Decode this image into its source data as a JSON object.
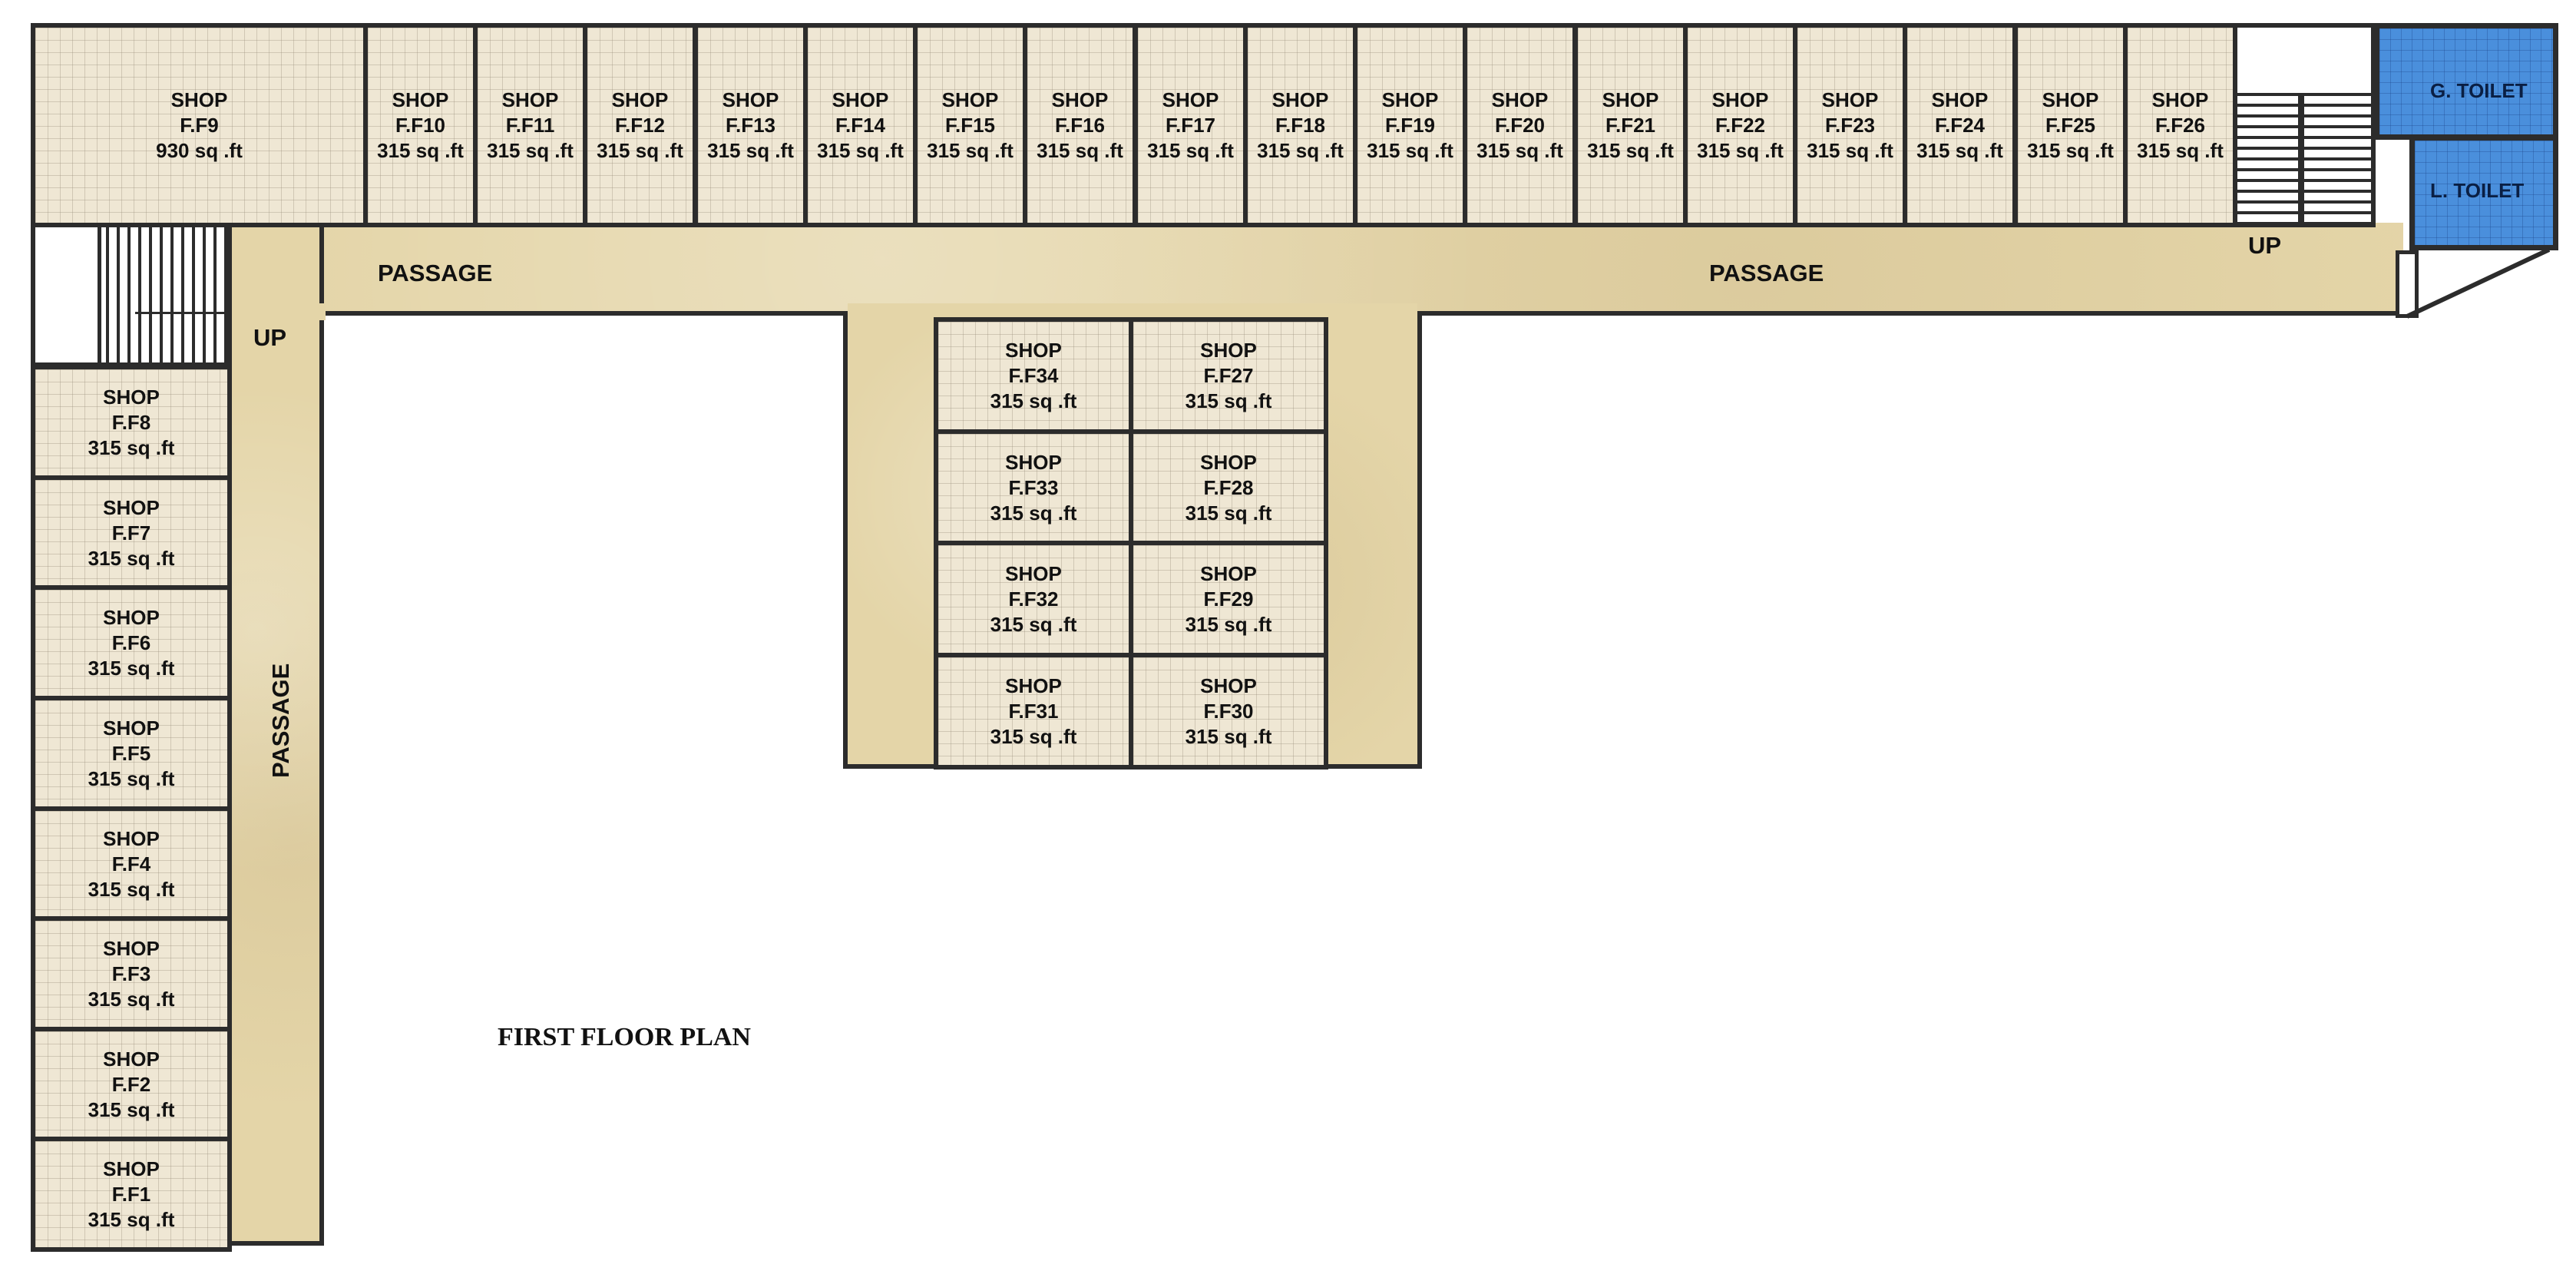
{
  "title": "FIRST FLOOR PLAN",
  "labels": {
    "passage": "PASSAGE",
    "up": "UP",
    "gents_toilet": "G. TOILET",
    "ladies_toilet": "L. TOILET"
  },
  "colors": {
    "shop": "#efe7d4",
    "passage": "#e4d5a8",
    "wall": "#2c2c2c",
    "window": "#7da0d2",
    "toilet": "#4a8fdc"
  },
  "shops": {
    "top": [
      {
        "label": "SHOP",
        "id": "F.F9",
        "area": "930 sq .ft"
      },
      {
        "label": "SHOP",
        "id": "F.F10",
        "area": "315 sq .ft"
      },
      {
        "label": "SHOP",
        "id": "F.F11",
        "area": "315 sq .ft"
      },
      {
        "label": "SHOP",
        "id": "F.F12",
        "area": "315 sq .ft"
      },
      {
        "label": "SHOP",
        "id": "F.F13",
        "area": "315 sq .ft"
      },
      {
        "label": "SHOP",
        "id": "F.F14",
        "area": "315 sq .ft"
      },
      {
        "label": "SHOP",
        "id": "F.F15",
        "area": "315 sq .ft"
      },
      {
        "label": "SHOP",
        "id": "F.F16",
        "area": "315 sq .ft"
      },
      {
        "label": "SHOP",
        "id": "F.F17",
        "area": "315 sq .ft"
      },
      {
        "label": "SHOP",
        "id": "F.F18",
        "area": "315 sq .ft"
      },
      {
        "label": "SHOP",
        "id": "F.F19",
        "area": "315 sq .ft"
      },
      {
        "label": "SHOP",
        "id": "F.F20",
        "area": "315 sq .ft"
      },
      {
        "label": "SHOP",
        "id": "F.F21",
        "area": "315 sq .ft"
      },
      {
        "label": "SHOP",
        "id": "F.F22",
        "area": "315 sq .ft"
      },
      {
        "label": "SHOP",
        "id": "F.F23",
        "area": "315 sq .ft"
      },
      {
        "label": "SHOP",
        "id": "F.F24",
        "area": "315 sq .ft"
      },
      {
        "label": "SHOP",
        "id": "F.F25",
        "area": "315 sq .ft"
      },
      {
        "label": "SHOP",
        "id": "F.F26",
        "area": "315 sq .ft"
      }
    ],
    "left": [
      {
        "label": "SHOP",
        "id": "F.F8",
        "area": "315 sq .ft"
      },
      {
        "label": "SHOP",
        "id": "F.F7",
        "area": "315 sq .ft"
      },
      {
        "label": "SHOP",
        "id": "F.F6",
        "area": "315 sq .ft"
      },
      {
        "label": "SHOP",
        "id": "F.F5",
        "area": "315 sq .ft"
      },
      {
        "label": "SHOP",
        "id": "F.F4",
        "area": "315 sq .ft"
      },
      {
        "label": "SHOP",
        "id": "F.F3",
        "area": "315 sq .ft"
      },
      {
        "label": "SHOP",
        "id": "F.F2",
        "area": "315 sq .ft"
      },
      {
        "label": "SHOP",
        "id": "F.F1",
        "area": "315 sq .ft"
      }
    ],
    "center_left": [
      {
        "label": "SHOP",
        "id": "F.F34",
        "area": "315 sq .ft"
      },
      {
        "label": "SHOP",
        "id": "F.F33",
        "area": "315 sq .ft"
      },
      {
        "label": "SHOP",
        "id": "F.F32",
        "area": "315 sq .ft"
      },
      {
        "label": "SHOP",
        "id": "F.F31",
        "area": "315 sq .ft"
      }
    ],
    "center_right": [
      {
        "label": "SHOP",
        "id": "F.F27",
        "area": "315 sq .ft"
      },
      {
        "label": "SHOP",
        "id": "F.F28",
        "area": "315 sq .ft"
      },
      {
        "label": "SHOP",
        "id": "F.F29",
        "area": "315 sq .ft"
      },
      {
        "label": "SHOP",
        "id": "F.F30",
        "area": "315 sq .ft"
      }
    ]
  }
}
